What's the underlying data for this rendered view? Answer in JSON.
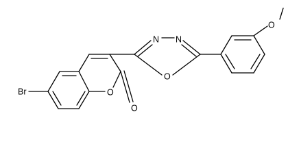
{
  "molecule": {
    "atom_labels": {
      "bromine": "Br",
      "oxadiazole_n3": "N",
      "oxadiazole_n4": "N",
      "oxadiazole_o1": "O",
      "lactone_o1": "O",
      "carbonyl_o": "O",
      "methoxy_o": "O"
    },
    "colors": {
      "bond": "#000000",
      "label": "#000000",
      "background": "#ffffff"
    }
  }
}
